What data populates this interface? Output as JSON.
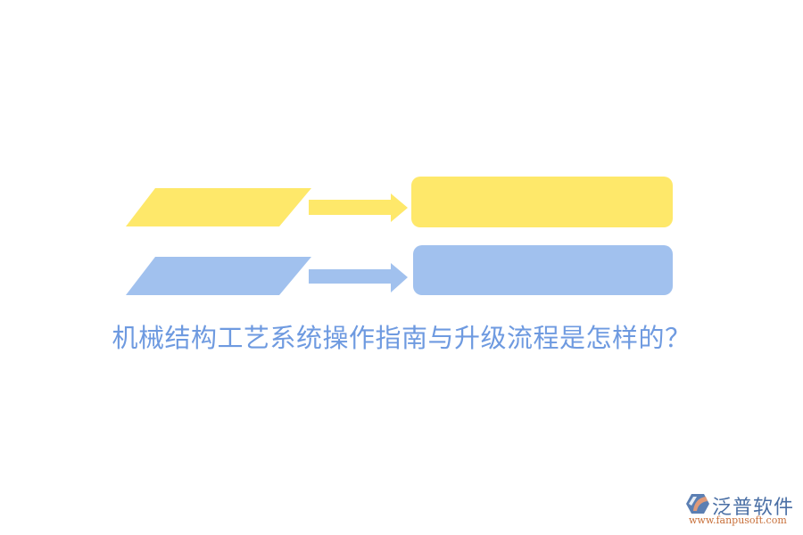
{
  "colors": {
    "yellow": "#fee86a",
    "blue": "#a1c1ee",
    "title": "#6e9ae0",
    "background": "#ffffff",
    "logo_blue": "#4a6fa5",
    "logo_orange": "#e09a78"
  },
  "diagram": {
    "rows": [
      {
        "name": "row-yellow",
        "color": "yellow",
        "input_label": "",
        "process_label": ""
      },
      {
        "name": "row-blue",
        "color": "blue",
        "input_label": "",
        "process_label": ""
      }
    ]
  },
  "title": "机械结构工艺系统操作指南与升级流程是怎样的？",
  "logo": {
    "name": "泛普软件",
    "url": "www.fanpusoft.com"
  }
}
